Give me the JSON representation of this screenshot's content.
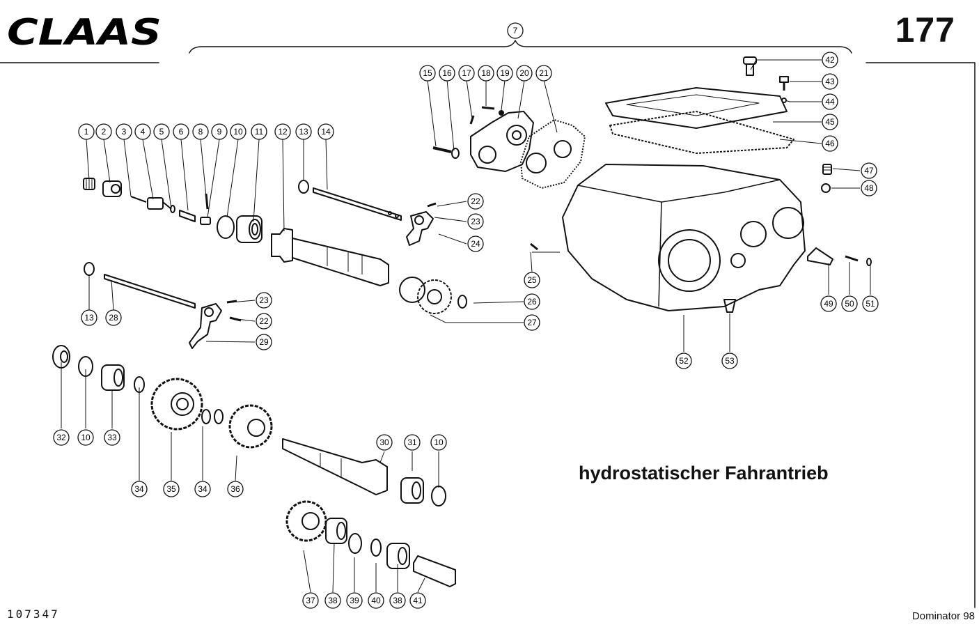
{
  "header": {
    "brand": "CLAAS",
    "page_number": "177"
  },
  "caption": "hydrostatischer Fahrantrieb",
  "footer": {
    "drawing_number": "107347",
    "model": "Dominator 98"
  },
  "callouts": [
    "1",
    "2",
    "3",
    "4",
    "5",
    "6",
    "8",
    "9",
    "10",
    "11",
    "12",
    "13",
    "14",
    "15",
    "16",
    "17",
    "18",
    "19",
    "20",
    "21",
    "7",
    "42",
    "43",
    "44",
    "45",
    "46",
    "47",
    "48",
    "22",
    "23",
    "24",
    "25",
    "26",
    "27",
    "13",
    "28",
    "23",
    "22",
    "29",
    "49",
    "50",
    "51",
    "52",
    "53",
    "32",
    "10",
    "33",
    "34",
    "35",
    "34",
    "36",
    "30",
    "31",
    "10",
    "37",
    "38",
    "39",
    "40",
    "38",
    "41"
  ]
}
